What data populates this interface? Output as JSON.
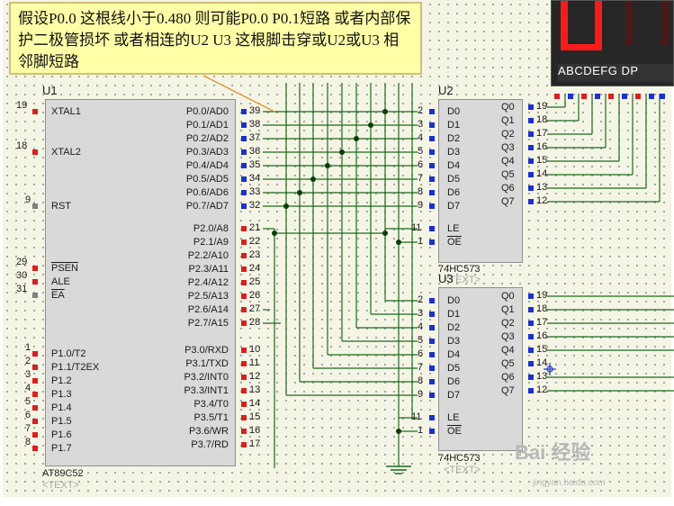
{
  "note": {
    "text": "假设P0.0 这根线小于0.480 则可能P0.0 P0.1短路 或者内部保护二极管损坏 或者相连的U2 U3 这根脚击穿或U2或U3 相邻脚短路"
  },
  "u1": {
    "ref": "U1",
    "part": "AT89C52",
    "text_placeholder": "<TEXT>",
    "left_pins": [
      {
        "num": "19",
        "name": "XTAL1"
      },
      {
        "num": "18",
        "name": "XTAL2"
      },
      {
        "num": "9",
        "name": "RST"
      },
      {
        "num": "29",
        "name": "PSEN"
      },
      {
        "num": "30",
        "name": "ALE"
      },
      {
        "num": "31",
        "name": "EA"
      },
      {
        "num": "1",
        "name": "P1.0/T2"
      },
      {
        "num": "2",
        "name": "P1.1/T2EX"
      },
      {
        "num": "3",
        "name": "P1.2"
      },
      {
        "num": "4",
        "name": "P1.3"
      },
      {
        "num": "5",
        "name": "P1.4"
      },
      {
        "num": "6",
        "name": "P1.5"
      },
      {
        "num": "7",
        "name": "P1.6"
      },
      {
        "num": "8",
        "name": "P1.7"
      }
    ],
    "right_pins": [
      {
        "num": "39",
        "name": "P0.0/AD0"
      },
      {
        "num": "38",
        "name": "P0.1/AD1"
      },
      {
        "num": "37",
        "name": "P0.2/AD2"
      },
      {
        "num": "36",
        "name": "P0.3/AD3"
      },
      {
        "num": "35",
        "name": "P0.4/AD4"
      },
      {
        "num": "34",
        "name": "P0.5/AD5"
      },
      {
        "num": "33",
        "name": "P0.6/AD6"
      },
      {
        "num": "32",
        "name": "P0.7/AD7"
      },
      {
        "num": "21",
        "name": "P2.0/A8"
      },
      {
        "num": "22",
        "name": "P2.1/A9"
      },
      {
        "num": "23",
        "name": "P2.2/A10"
      },
      {
        "num": "24",
        "name": "P2.3/A11"
      },
      {
        "num": "25",
        "name": "P2.4/A12"
      },
      {
        "num": "26",
        "name": "P2.5/A13"
      },
      {
        "num": "27",
        "name": "P2.6/A14"
      },
      {
        "num": "28",
        "name": "P2.7/A15"
      },
      {
        "num": "10",
        "name": "P3.0/RXD"
      },
      {
        "num": "11",
        "name": "P3.1/TXD"
      },
      {
        "num": "12",
        "name": "P3.2/INT0"
      },
      {
        "num": "13",
        "name": "P3.3/INT1"
      },
      {
        "num": "14",
        "name": "P3.4/T0"
      },
      {
        "num": "15",
        "name": "P3.5/T1"
      },
      {
        "num": "16",
        "name": "P3.6/WR"
      },
      {
        "num": "17",
        "name": "P3.7/RD"
      }
    ]
  },
  "u2": {
    "ref": "U2",
    "part": "74HC573",
    "text_placeholder": "<TEXT>",
    "d_pins": [
      {
        "num": "2",
        "name": "D0"
      },
      {
        "num": "3",
        "name": "D1"
      },
      {
        "num": "4",
        "name": "D2"
      },
      {
        "num": "5",
        "name": "D3"
      },
      {
        "num": "6",
        "name": "D4"
      },
      {
        "num": "7",
        "name": "D5"
      },
      {
        "num": "8",
        "name": "D6"
      },
      {
        "num": "9",
        "name": "D7"
      }
    ],
    "q_pins": [
      {
        "num": "19",
        "name": "Q0"
      },
      {
        "num": "18",
        "name": "Q1"
      },
      {
        "num": "17",
        "name": "Q2"
      },
      {
        "num": "16",
        "name": "Q3"
      },
      {
        "num": "15",
        "name": "Q4"
      },
      {
        "num": "14",
        "name": "Q5"
      },
      {
        "num": "13",
        "name": "Q6"
      },
      {
        "num": "12",
        "name": "Q7"
      }
    ],
    "le": {
      "num": "11",
      "name": "LE"
    },
    "oe": {
      "num": "1",
      "name": "OE"
    }
  },
  "u3": {
    "ref": "U3",
    "part": "74HC573",
    "text_placeholder": "<TEXT>",
    "d_pins": [
      {
        "num": "2",
        "name": "D0"
      },
      {
        "num": "3",
        "name": "D1"
      },
      {
        "num": "4",
        "name": "D2"
      },
      {
        "num": "5",
        "name": "D3"
      },
      {
        "num": "6",
        "name": "D4"
      },
      {
        "num": "7",
        "name": "D5"
      },
      {
        "num": "8",
        "name": "D6"
      },
      {
        "num": "9",
        "name": "D7"
      }
    ],
    "q_pins": [
      {
        "num": "19",
        "name": "Q0"
      },
      {
        "num": "18",
        "name": "Q1"
      },
      {
        "num": "17",
        "name": "Q2"
      },
      {
        "num": "16",
        "name": "Q3"
      },
      {
        "num": "15",
        "name": "Q4"
      },
      {
        "num": "14",
        "name": "Q5"
      },
      {
        "num": "13",
        "name": "Q6"
      },
      {
        "num": "12",
        "name": "Q7"
      }
    ],
    "le": {
      "num": "11",
      "name": "LE"
    },
    "oe": {
      "num": "1",
      "name": "OE"
    }
  },
  "display": {
    "segment_label": "ABCDEFG  DP",
    "digit_color": "#ff1a1a"
  },
  "watermark": {
    "brand": "Bai 经验",
    "url": "jingyan.baidu.com"
  },
  "colors": {
    "wire": "#1a6b1a",
    "pin_red": "#e01c1c",
    "pin_blue": "#1a2fd6",
    "note_bg": "#ffffa8"
  }
}
